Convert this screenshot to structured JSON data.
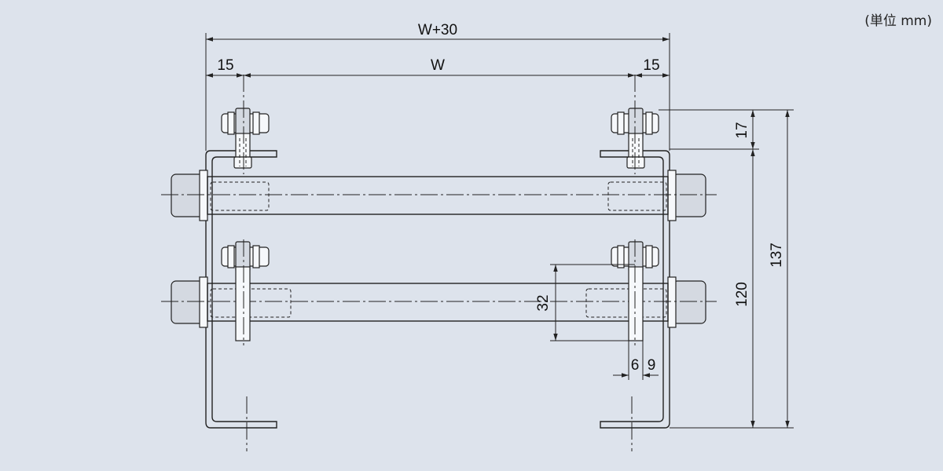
{
  "unit_note": "(単位 mm)",
  "dimensions": {
    "overall_width": "W+30",
    "inner_width": "W",
    "offset_left": "15",
    "offset_right": "15",
    "hanger_height": "17",
    "frame_height": "120",
    "total_height": "137",
    "roller_gap": "32",
    "bolt_offset_a": "6",
    "bolt_offset_b": "9"
  },
  "colors": {
    "background": "#dde3ec",
    "roller_fill": "#f6f8fb",
    "shaft_fill": "#d4d9e1",
    "line": "#222222"
  }
}
